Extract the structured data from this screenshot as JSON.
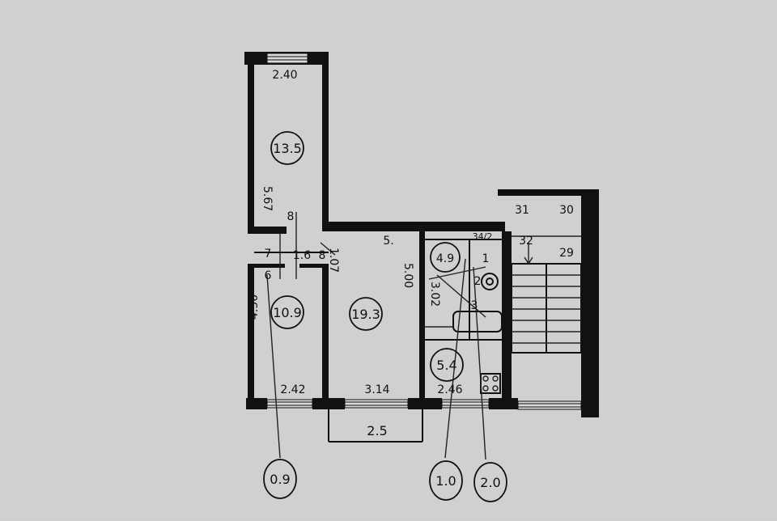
{
  "rooms": {
    "r1": "13.5",
    "r2": "10.9",
    "r3": "19.3",
    "r4": "4.9",
    "r5": "5.4"
  },
  "dimensions": {
    "top_room_width": "2.40",
    "top_room_length": "5.67",
    "left_room_length": "4.50",
    "left_room_width": "2.42",
    "living_width": "3.14",
    "balcony_width": "2.5",
    "kitchen_width": "2.46",
    "bath_length": "5.00",
    "bath_sub": "3.02",
    "corridor_w": "1.6",
    "corridor_len": "1.07"
  },
  "points": {
    "p1": "1",
    "p2": "2",
    "p3": "3",
    "p5": "5.",
    "p6": "6",
    "p7": "7",
    "p8": "8",
    "p8b": "8",
    "p29": "29",
    "p30": "30",
    "p31": "31",
    "p32": "32",
    "p34": "34/2"
  },
  "callouts": {
    "c1": "0.9",
    "c2": "1.0",
    "c3": "2.0"
  }
}
